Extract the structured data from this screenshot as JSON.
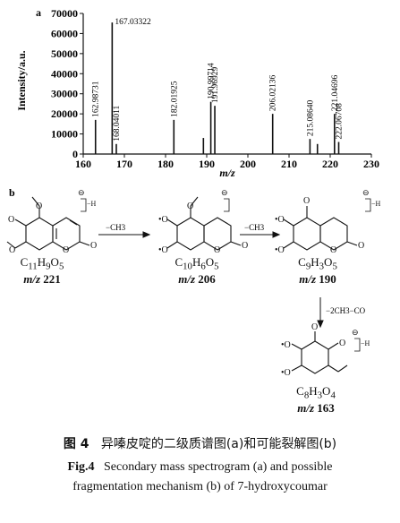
{
  "chart_data": {
    "type": "bar",
    "panel_label": "a",
    "xlabel": "m/z",
    "ylabel": "Intensity/a.u.",
    "xlim": [
      160,
      230
    ],
    "ylim": [
      0,
      70000
    ],
    "xticks": [
      160,
      170,
      180,
      190,
      200,
      210,
      220,
      230
    ],
    "yticks": [
      0,
      10000,
      20000,
      30000,
      40000,
      50000,
      60000,
      70000
    ],
    "peaks": [
      {
        "x": 162.98731,
        "y": 17000,
        "label": "162.98731"
      },
      {
        "x": 167.03322,
        "y": 65500,
        "label": "167.03322"
      },
      {
        "x": 168.04011,
        "y": 5000,
        "label": "168.04011"
      },
      {
        "x": 182.01925,
        "y": 17000,
        "label": "182.01925"
      },
      {
        "x": 189.2,
        "y": 8000,
        "label": ""
      },
      {
        "x": 190.99714,
        "y": 26000,
        "label": "190.99714"
      },
      {
        "x": 191.96929,
        "y": 24000,
        "label": "191.96929"
      },
      {
        "x": 206.02136,
        "y": 20000,
        "label": "206.02136"
      },
      {
        "x": 215.0864,
        "y": 7500,
        "label": "215.08640"
      },
      {
        "x": 216.9,
        "y": 5000,
        "label": ""
      },
      {
        "x": 221.04696,
        "y": 20000,
        "label": "221.04696"
      },
      {
        "x": 222.06708,
        "y": 6000,
        "label": "222.06708"
      }
    ]
  },
  "scheme": {
    "panel_label": "b",
    "compounds": [
      {
        "formula_main": "C",
        "parts": [
          [
            "C",
            "11"
          ],
          [
            "H",
            "9"
          ],
          [
            "O",
            "5"
          ]
        ],
        "mz_prefix": "m/z",
        "mz": "221"
      },
      {
        "parts": [
          [
            "C",
            "10"
          ],
          [
            "H",
            "6"
          ],
          [
            "O",
            "5"
          ]
        ],
        "mz_prefix": "m/z",
        "mz": "206"
      },
      {
        "parts": [
          [
            "C",
            "9"
          ],
          [
            "H",
            "3"
          ],
          [
            "O",
            "5"
          ]
        ],
        "mz_prefix": "m/z",
        "mz": "190"
      },
      {
        "parts": [
          [
            "C",
            "8"
          ],
          [
            "H",
            "3"
          ],
          [
            "O",
            "4"
          ]
        ],
        "mz_prefix": "m/z",
        "mz": "163"
      }
    ],
    "losses": [
      "−CH3",
      "−CH3",
      "−2CH3−CO"
    ],
    "charge_sign": "⊖",
    "charge_suffix": "−H"
  },
  "caption": {
    "cn_fig": "图 4",
    "cn_text": "异嗪皮啶的二级质谱图(a)和可能裂解图(b)",
    "en_fig": "Fig.4",
    "en_line1": "Secondary mass spectrogram (a) and possible",
    "en_line2": "fragmentation mechanism (b) of 7-hydroxycoumar"
  }
}
